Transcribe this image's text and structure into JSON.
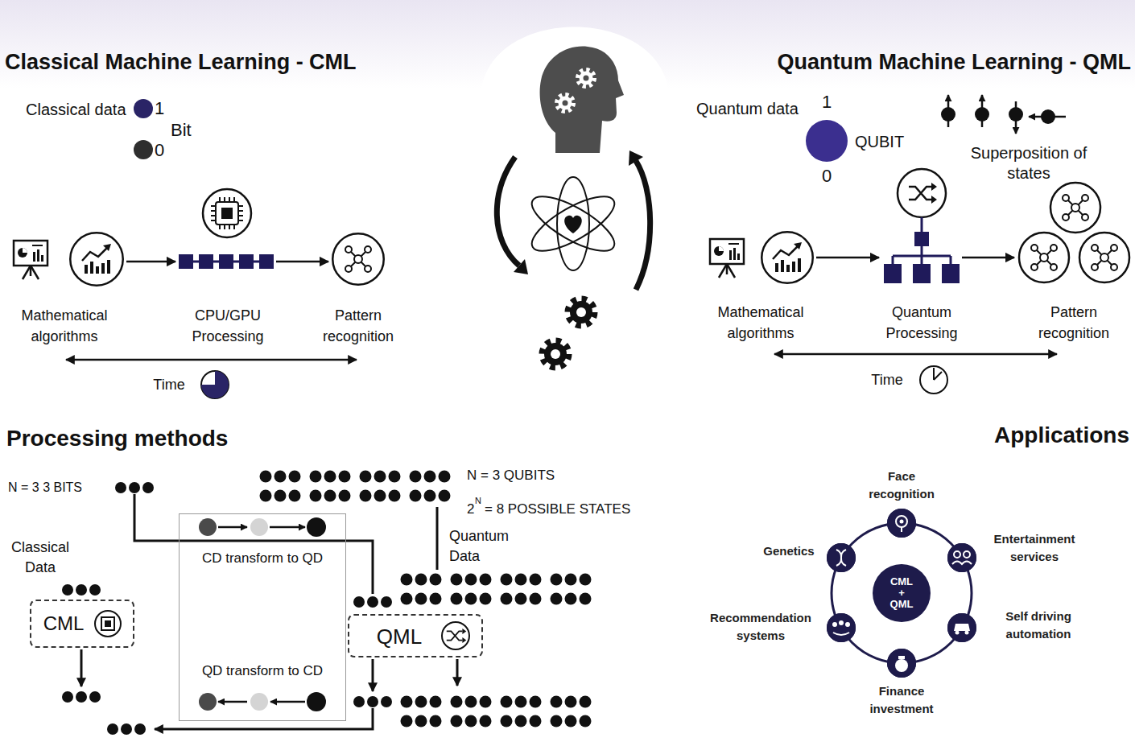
{
  "diagram": {
    "nodes": [
      {
        "text": [
          "Mathematical algorithms"
        ]
      },
      {
        "text": [
          "CPU/GPU Processing"
        ]
      },
      {
        "text": [
          "Pattern recognition"
        ]
      },
      {
        "text": [
          "Mathematical algorithms"
        ]
      },
      {
        "text": [
          "Quantum Processing"
        ]
      },
      {
        "text": [
          "Pattern recognition"
        ]
      },
      {
        "text": [
          "CML"
        ]
      },
      {
        "text": [
          "CD transform to QD",
          "QD transform to CD"
        ]
      },
      {
        "text": [
          "QML"
        ]
      },
      {
        "text": [
          "Face recognition"
        ]
      },
      {
        "text": [
          "Genetics"
        ]
      },
      {
        "text": [
          "Entertainment services"
        ]
      },
      {
        "text": [
          "CML + QML"
        ]
      },
      {
        "text": [
          "Recommendation systems"
        ]
      },
      {
        "text": [
          "Self driving automation"
        ]
      },
      {
        "text": [
          "Finance investment"
        ]
      }
    ],
    "edges": [
      {
        "from": 0,
        "to": 1,
        "arrow": "to"
      },
      {
        "from": 1,
        "to": 2,
        "arrow": "to"
      },
      {
        "from": 3,
        "to": 4,
        "arrow": "to"
      },
      {
        "from": 4,
        "to": 5,
        "arrow": "to"
      }
    ],
    "labels": [
      "Classical Machine Learning - CML",
      "Quantum Machine Learning - QML",
      "Classical data",
      "1",
      "Bit",
      "0",
      "Quantum data",
      "1",
      "QUBIT",
      "0",
      "Superposition of states",
      "Time",
      "Time",
      "Processing methods",
      "Applications",
      "N = 3 3 BITS",
      "N = 3 QUBITS",
      "2",
      "N",
      "= 8 POSSIBLE STATES",
      "Classical Data",
      "Quantum Data"
    ]
  }
}
